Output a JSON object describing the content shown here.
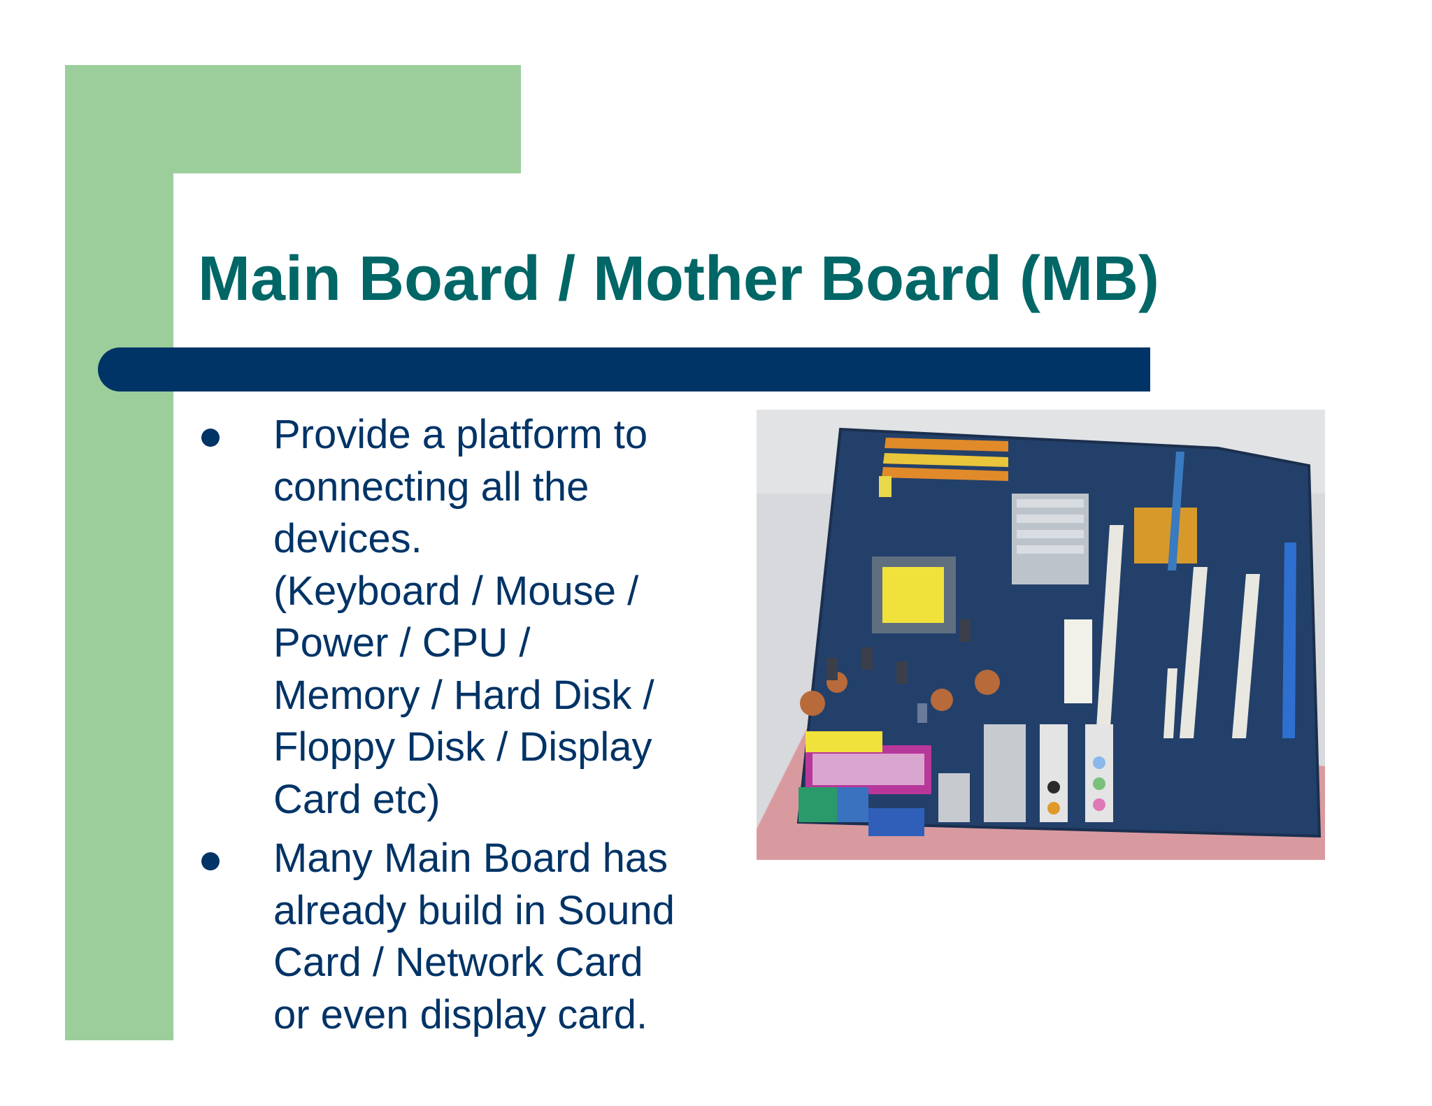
{
  "slide": {
    "title": "Main Board / Mother Board (MB)",
    "bullets": [
      {
        "text": "Provide a platform to\nconnecting all the\ndevices.\n(Keyboard / Mouse /\nPower / CPU /\nMemory / Hard Disk /\nFloppy Disk / Display\nCard etc)"
      },
      {
        "text": "Many Main Board has\nalready build in Sound\nCard / Network Card\nor even display card."
      }
    ],
    "image": {
      "icon": "motherboard-photo"
    },
    "colors": {
      "title": "#006666",
      "body": "#003366",
      "rule": "#003366",
      "accent": "#9bce9b"
    }
  }
}
